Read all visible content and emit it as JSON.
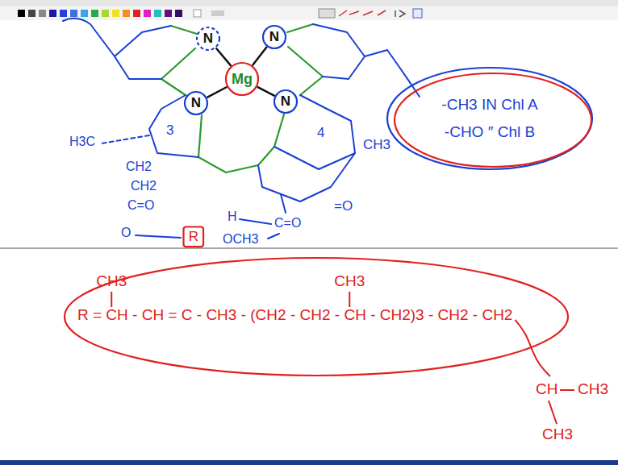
{
  "diagram": {
    "nodes": [
      {
        "text": [
          "N"
        ]
      },
      {
        "text": [
          "N"
        ]
      },
      {
        "text": [
          "Mg"
        ]
      },
      {
        "text": [
          "N"
        ]
      },
      {
        "text": [
          "N"
        ]
      },
      {
        "text": [
          "-CH3 IN Chl A",
          "-CHO ″ Chl B"
        ]
      },
      {
        "text": [
          "R"
        ]
      },
      {
        "text": [
          "R = CH - CH = C - CH3 - (CH2 - CH2 - CH - CH2)3 - CH2 - CH2",
          "CH3",
          "CH3"
        ]
      }
    ],
    "edges": [
      {
        "from": 2,
        "to": 0,
        "arrow": "none"
      },
      {
        "from": 2,
        "to": 1,
        "arrow": "none"
      },
      {
        "from": 2,
        "to": 3,
        "arrow": "none"
      },
      {
        "from": 2,
        "to": 4,
        "arrow": "none"
      }
    ],
    "labels": [
      "H3C",
      "3",
      "4",
      "CH3",
      "CH2",
      "CH2",
      "C=O",
      "O",
      "H",
      "OCH3",
      "C=O",
      "=O",
      "CH",
      "CH3",
      "CH3"
    ]
  }
}
